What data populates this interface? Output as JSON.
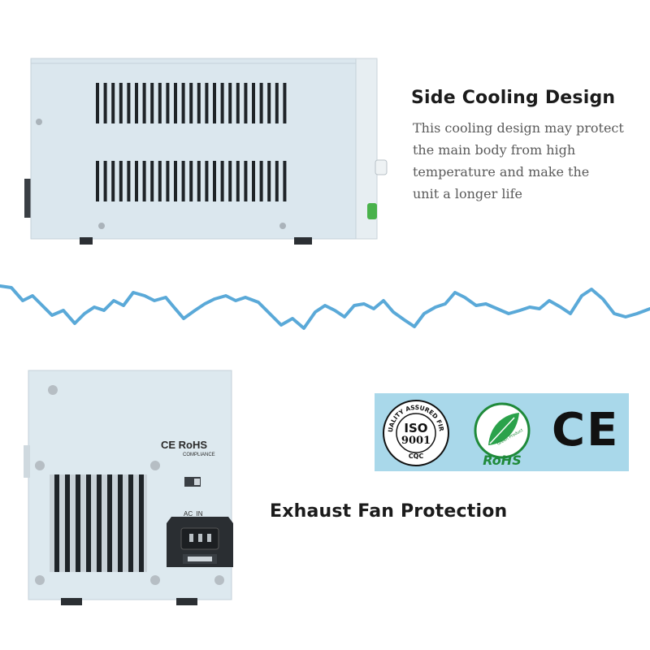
{
  "side_section": {
    "title": "Side Cooling Design",
    "description_lines": [
      "This cooling design may protect",
      "the main body from high",
      "temperature and make the",
      "unit a longer life"
    ]
  },
  "rear_section": {
    "title": "Exhaust Fan Protection",
    "panel_marks": {
      "ce_rohs": "CE RoHS",
      "compliance": "COMPLIANCE",
      "ac_in": "AC  IN"
    }
  },
  "certifications": {
    "iso_ring_text": "QUALITY ASSURED FIRM",
    "iso_main": "ISO",
    "iso_number": "9001",
    "iso_sub": "CQC",
    "rohs_ring_text": "Green Product",
    "rohs_label": "RoHS",
    "ce_mark": "CE"
  },
  "colors": {
    "wave": "#5aa9d8",
    "device_body": "#dce8ef",
    "badge_strip": "#a9d8ea",
    "rohs_green": "#1f8a3a"
  }
}
